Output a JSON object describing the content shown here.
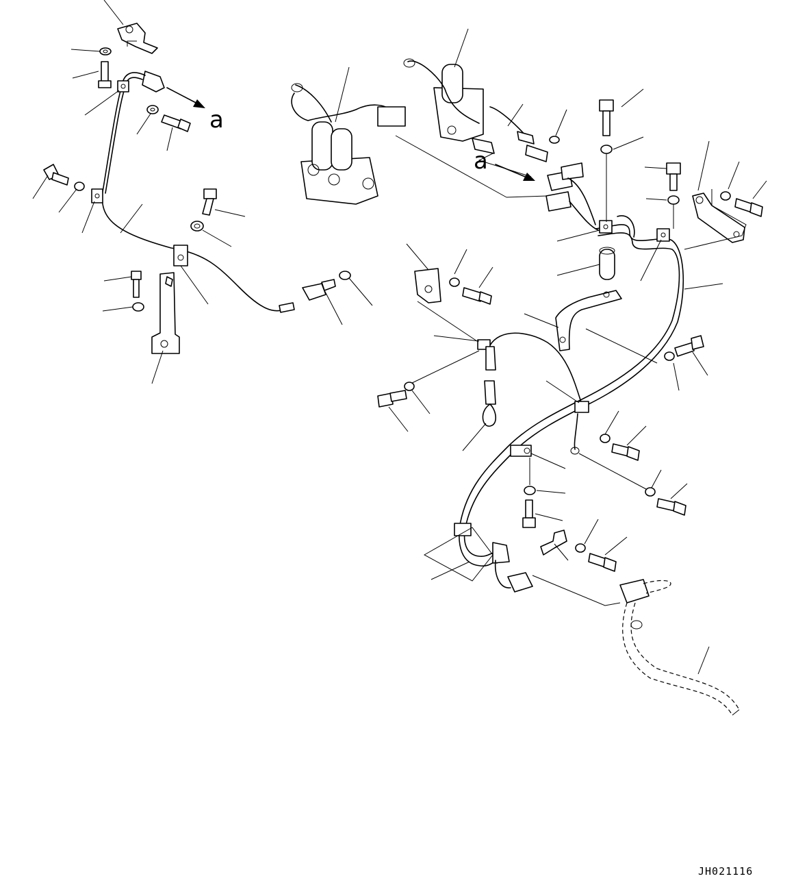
{
  "diagram": {
    "view_ref_labels": [
      "a",
      "a"
    ],
    "drawing_code": "JH021116"
  }
}
